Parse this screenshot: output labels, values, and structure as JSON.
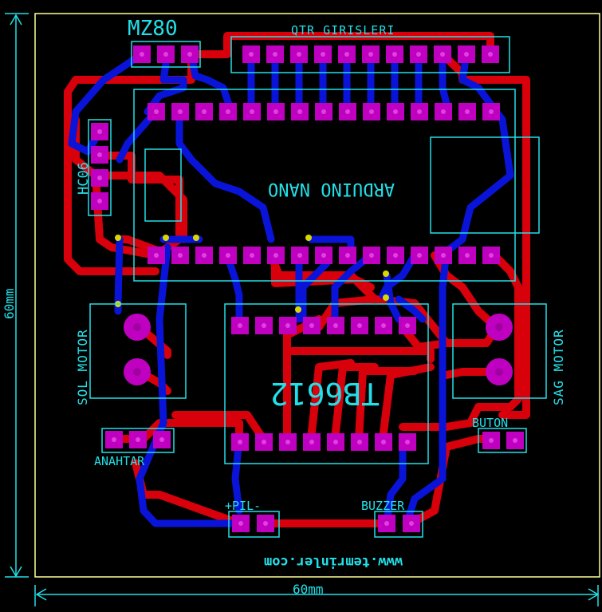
{
  "labels": {
    "mz80": "MZ80",
    "qtr": "QTR GIRISLERI",
    "hc06": "HC06",
    "arduino": "ARDUINO NANO",
    "sol_motor": "SOL MOTOR",
    "sag_motor": "SAG MOTOR",
    "tb6612": "TB6612",
    "buton": "BUTON",
    "anahtar": "ANAHTAR",
    "pil": "+PIL-",
    "buzzer": "BUZZER",
    "website": "www.temrinler.com",
    "dim_bottom": "60mm",
    "dim_left": "60mm"
  },
  "colors": {
    "background": "#000000",
    "silkscreen": "#22e0e8",
    "top_copper": "#d8000a",
    "bottom_copper": "#0a14d8",
    "pad": "#c000c0",
    "board_edge": "#ffff99"
  }
}
